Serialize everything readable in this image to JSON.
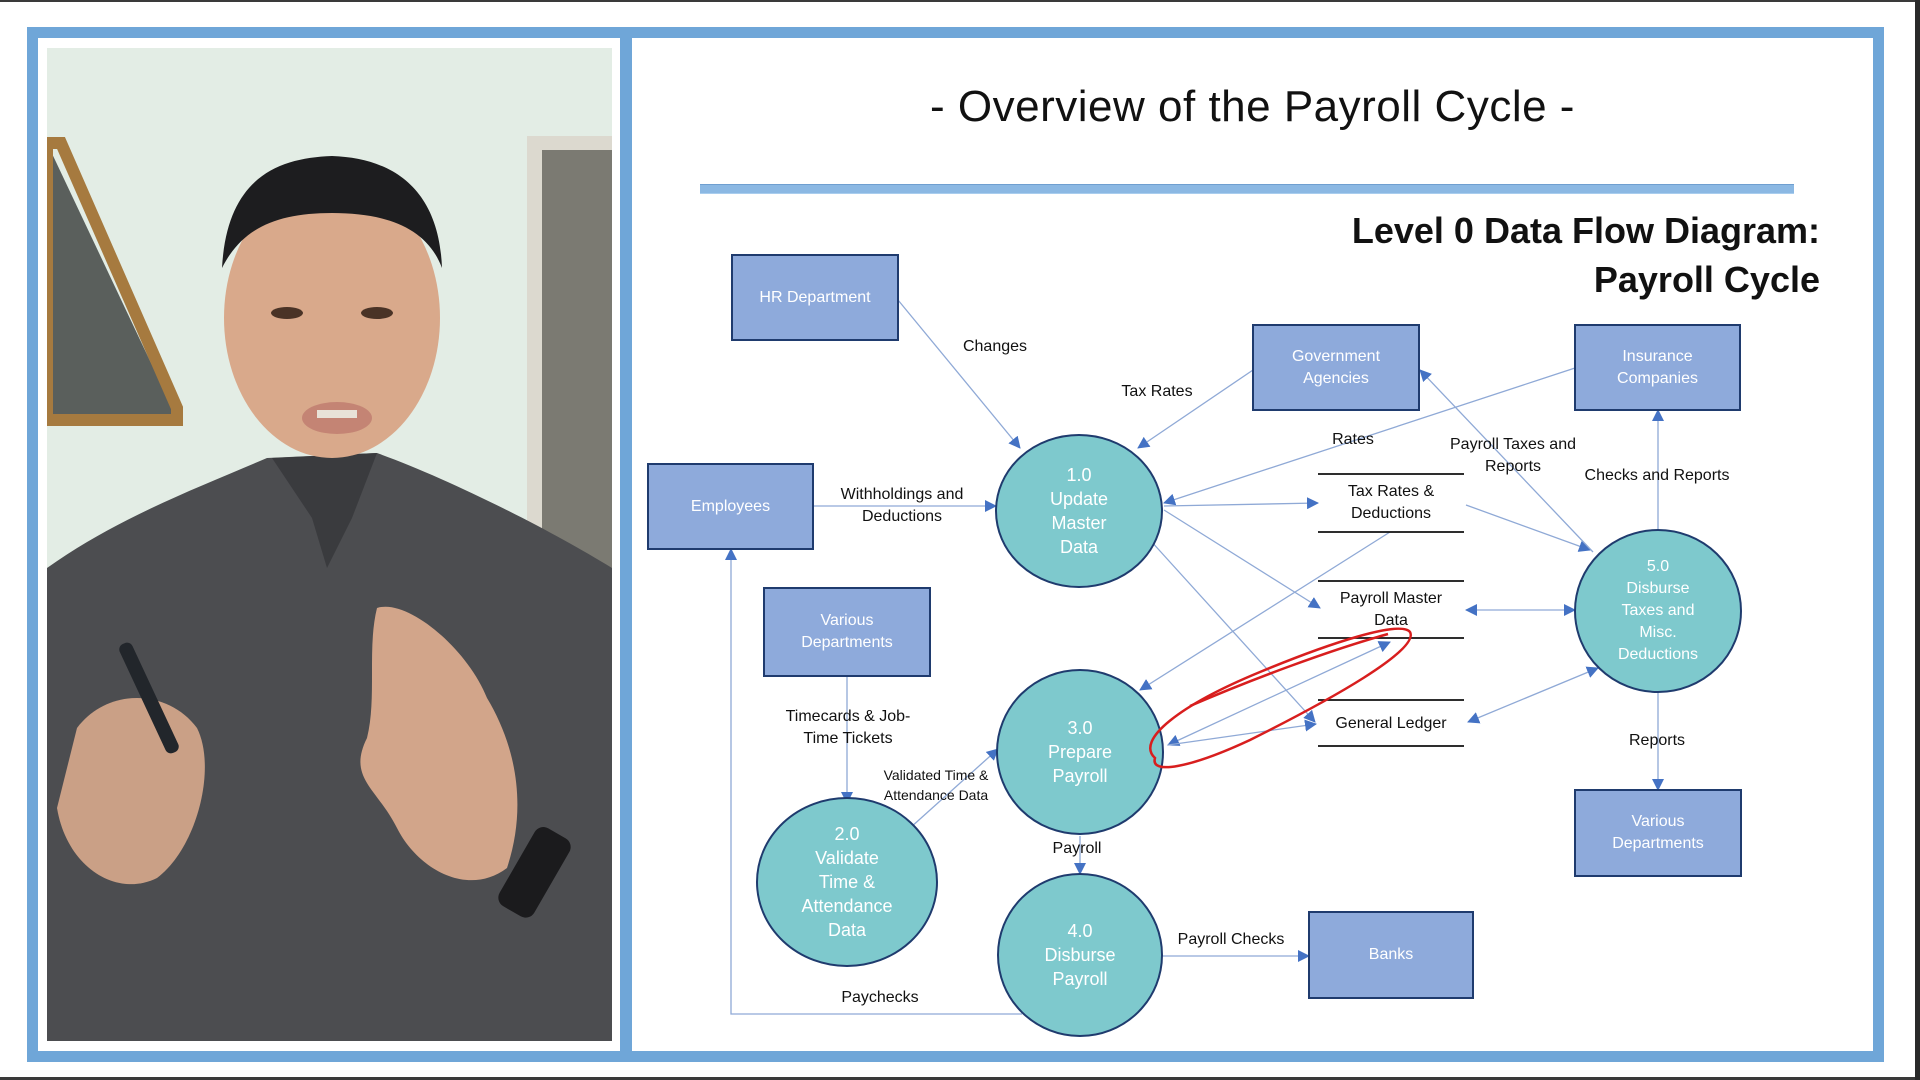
{
  "slide": {
    "title": "- Overview of the Payroll Cycle -",
    "diagram_title_line1": "Level 0 Data Flow Diagram:",
    "diagram_title_line2": "Payroll Cycle"
  },
  "colors": {
    "frame": "#6fa6d8",
    "entity_fill": "#8eaadb",
    "entity_stroke": "#1f3b6e",
    "process_fill": "#7ec9cd",
    "process_stroke": "#1f3b6e",
    "arrow": "#4472c4",
    "annotation": "#d81e1e"
  },
  "video": {
    "presenter": "Presenter webcam feed"
  },
  "entities": {
    "hr": "HR Department",
    "employees": "Employees",
    "various_departments_left": "Various Departments",
    "government": "Government Agencies",
    "insurance": "Insurance Companies",
    "various_departments_right": "Various Departments",
    "banks": "Banks"
  },
  "processes": {
    "p1": {
      "number": "1.0",
      "name_line1": "Update",
      "name_line2": "Master",
      "name_line3": "Data"
    },
    "p2": {
      "number": "2.0",
      "name_line1": "Validate",
      "name_line2": "Time &",
      "name_line3": "Attendance",
      "name_line4": "Data"
    },
    "p3": {
      "number": "3.0",
      "name_line1": "Prepare",
      "name_line2": "Payroll"
    },
    "p4": {
      "number": "4.0",
      "name_line1": "Disburse",
      "name_line2": "Payroll"
    },
    "p5": {
      "number": "5.0",
      "name_line1": "Disburse",
      "name_line2": "Taxes and",
      "name_line3": "Misc.",
      "name_line4": "Deductions"
    }
  },
  "data_stores": {
    "tax_rates_line1": "Tax Rates &",
    "tax_rates_line2": "Deductions",
    "payroll_master_line1": "Payroll Master",
    "payroll_master_line2": "Data",
    "general_ledger": "General Ledger"
  },
  "flows": {
    "changes": "Changes",
    "tax_rates": "Tax Rates",
    "rates": "Rates",
    "payroll_taxes_line1": "Payroll Taxes and",
    "payroll_taxes_line2": "Reports",
    "checks_reports": "Checks and Reports",
    "withholdings_line1": "Withholdings and",
    "withholdings_line2": "Deductions",
    "timecards_line1": "Timecards & Job-",
    "timecards_line2": "Time Tickets",
    "validated_line1": "Validated Time &",
    "validated_line2": "Attendance Data",
    "payroll": "Payroll",
    "payroll_checks": "Payroll Checks",
    "paychecks": "Paychecks",
    "reports": "Reports"
  }
}
